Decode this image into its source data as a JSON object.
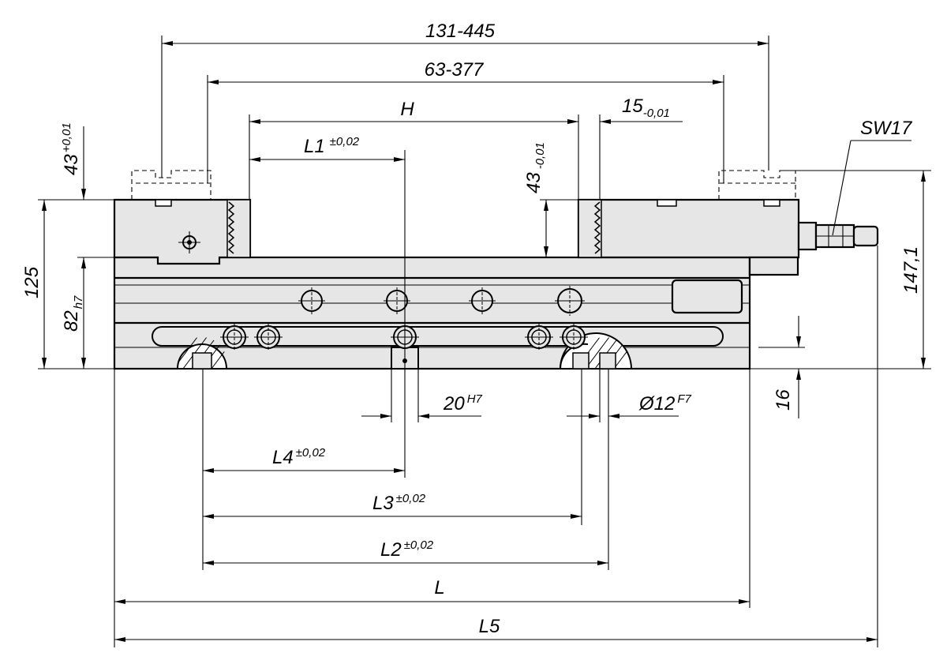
{
  "dimensions": {
    "d131_445": "131-445",
    "d63_377": "63-377",
    "H": "H",
    "d15_main": "15",
    "d15_tol": "-0,01",
    "sw17": "SW17",
    "L1_main": "L1",
    "L1_tol": "±0,02",
    "d43a_main": "43",
    "d43a_tol": "+0,01",
    "d43b_main": "43",
    "d43b_tol": "-0,01",
    "d125": "125",
    "d82_main": "82",
    "d82_tol": "h7",
    "d147": "147,1",
    "d16": "16",
    "d20_main": "20",
    "d20_tol": "H7",
    "d12_main": "Ø12",
    "d12_tol": "F7",
    "L4_main": "L4",
    "L4_tol": "±0,02",
    "L3_main": "L3",
    "L3_tol": "±0,02",
    "L2_main": "L2",
    "L2_tol": "±0,02",
    "L": "L",
    "L5": "L5"
  }
}
